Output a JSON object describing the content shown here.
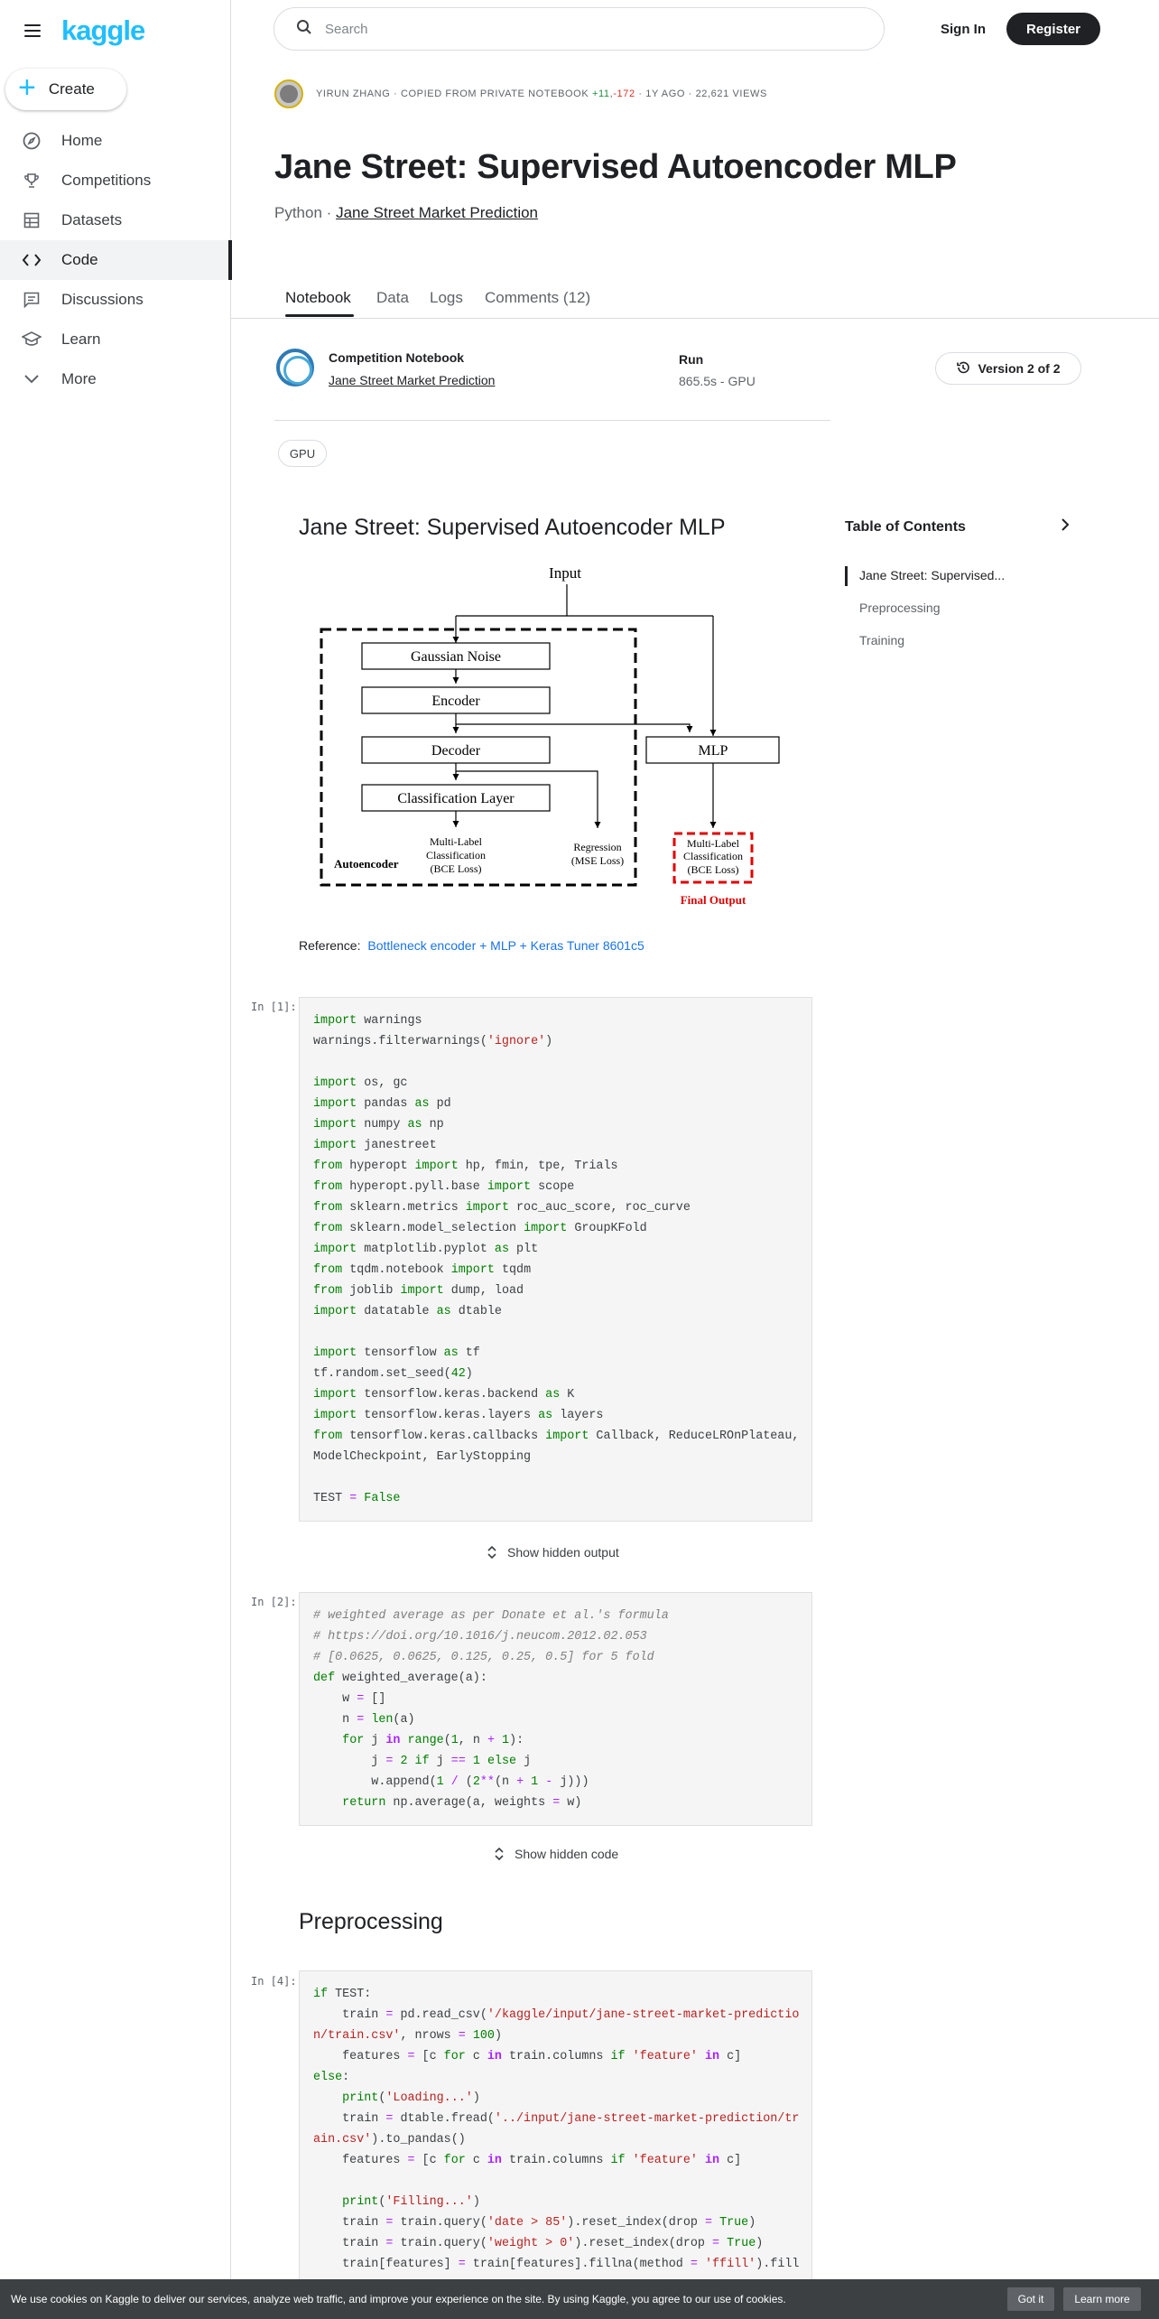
{
  "brand": {
    "logo": "kaggle",
    "accent": "#20beff"
  },
  "sidebar": {
    "create_label": "Create",
    "items": [
      {
        "label": "Home",
        "icon": "compass-icon"
      },
      {
        "label": "Competitions",
        "icon": "trophy-icon"
      },
      {
        "label": "Datasets",
        "icon": "table-icon"
      },
      {
        "label": "Code",
        "icon": "code-icon",
        "active": true
      },
      {
        "label": "Discussions",
        "icon": "comment-icon"
      },
      {
        "label": "Learn",
        "icon": "school-icon"
      },
      {
        "label": "More",
        "icon": "chevron-down-icon"
      }
    ]
  },
  "topbar": {
    "search_placeholder": "Search",
    "signin_label": "Sign In",
    "register_label": "Register"
  },
  "notebook": {
    "author": "YIRUN ZHANG",
    "copied_from": "COPIED FROM PRIVATE NOTEBOOK",
    "plus_count": "+11",
    "minus_count": "-172",
    "age": "1Y AGO",
    "views": "22,621 VIEWS",
    "title": "Jane Street: Supervised Autoencoder MLP",
    "language": "Python",
    "competition": "Jane Street Market Prediction"
  },
  "tabs": [
    {
      "label": "Notebook",
      "active": true
    },
    {
      "label": "Data"
    },
    {
      "label": "Logs"
    },
    {
      "label": "Comments (12)"
    }
  ],
  "info": {
    "comp_label": "Competition Notebook",
    "comp_link": "Jane Street Market Prediction",
    "run_label": "Run",
    "run_value": "865.5s - GPU",
    "version_label": "Version 2 of 2",
    "accelerator": "GPU"
  },
  "content": {
    "heading1": "Jane Street: Supervised Autoencoder MLP",
    "reference_prefix": "Reference:",
    "reference_link": "Bottleneck encoder + MLP + Keras Tuner 8601c5",
    "heading2": "Preprocessing",
    "show_hidden_output": "Show hidden output",
    "show_hidden_code": "Show hidden code",
    "cell1_label": "In [1]:",
    "cell2_label": "In [2]:",
    "cell4_label": "In [4]:"
  },
  "diagram": {
    "input": "Input",
    "gaussian": "Gaussian Noise",
    "encoder": "Encoder",
    "decoder": "Decoder",
    "classification": "Classification Layer",
    "mlp": "MLP",
    "multilabel1": "Multi-Label",
    "multilabel2": "Classification",
    "multilabel3": "(BCE Loss)",
    "regression1": "Regression",
    "regression2": "(MSE Loss)",
    "autoencoder": "Autoencoder",
    "final_output": "Final Output"
  },
  "toc": {
    "title": "Table of Contents",
    "items": [
      "Jane Street: Supervised...",
      "Preprocessing",
      "Training"
    ]
  },
  "cookie": {
    "text": "We use cookies on Kaggle to deliver our services, analyze web traffic, and improve your experience on the site. By using Kaggle, you agree to our use of cookies.",
    "got_it": "Got it",
    "learn_more": "Learn more"
  }
}
